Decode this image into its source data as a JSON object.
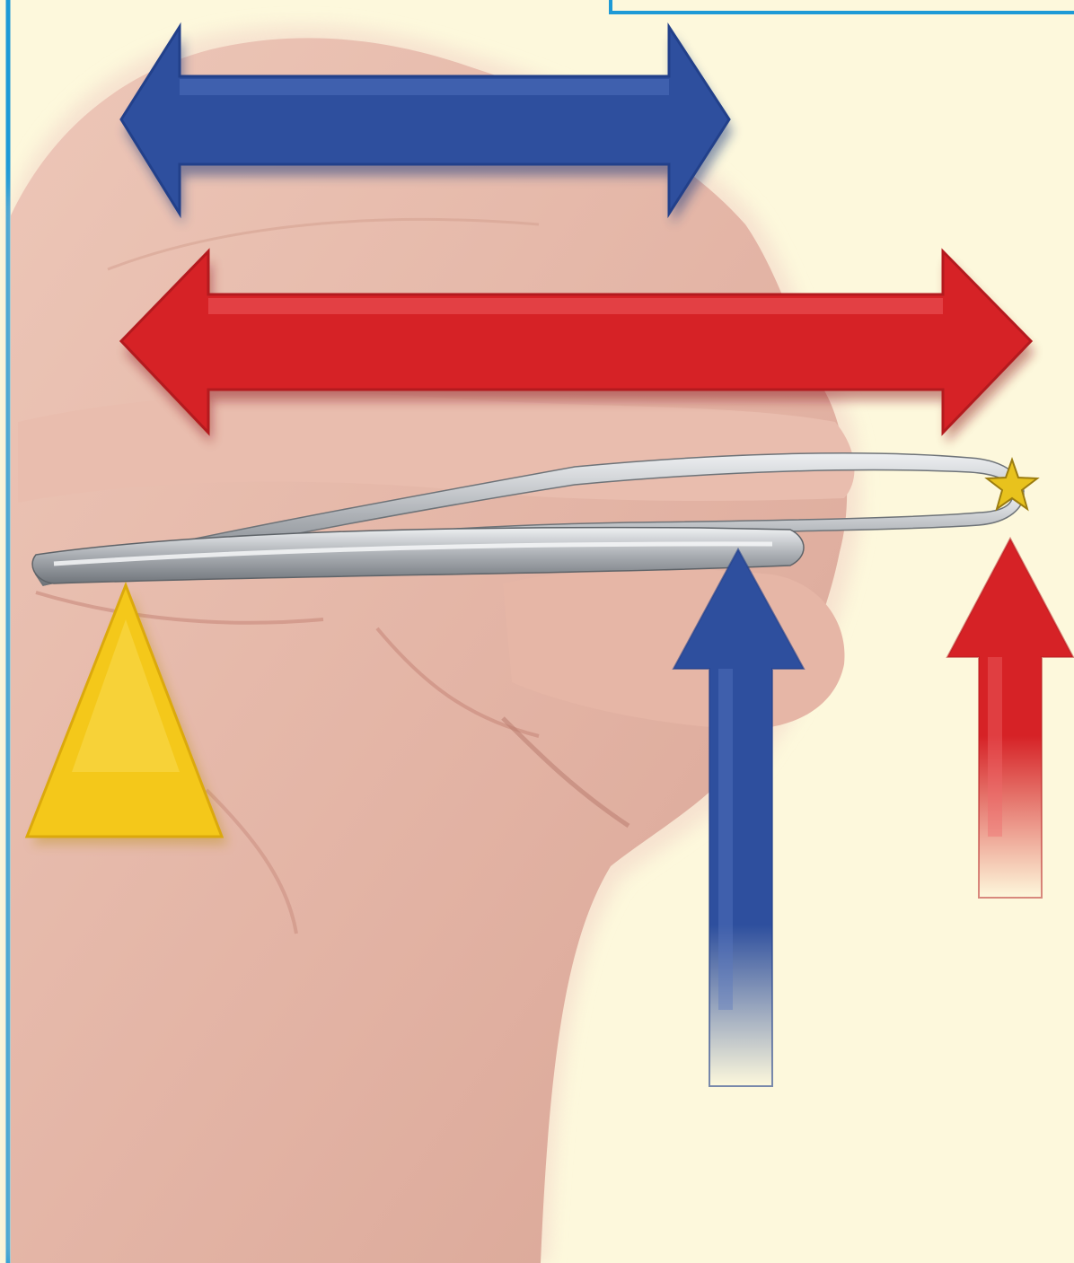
{
  "figure": {
    "subject": "hand-holding-tweezers",
    "colors": {
      "background": "#fdf8dc",
      "frame": "#1e9ad6",
      "skin": "#e8bcae",
      "skin_shadow": "#cf978a",
      "metal": "#b9bcc0",
      "effort_arrow": "#2e4f9e",
      "load_arrow": "#d62226",
      "fulcrum": "#f4c81a",
      "star": "#e8c21d"
    },
    "icons": {
      "fulcrum": "yellow-triangle",
      "effort_force": "blue-up-arrow",
      "load_force": "red-up-arrow",
      "effort_arm": "blue-double-arrow",
      "load_arm": "red-double-arrow",
      "object": "star"
    }
  }
}
